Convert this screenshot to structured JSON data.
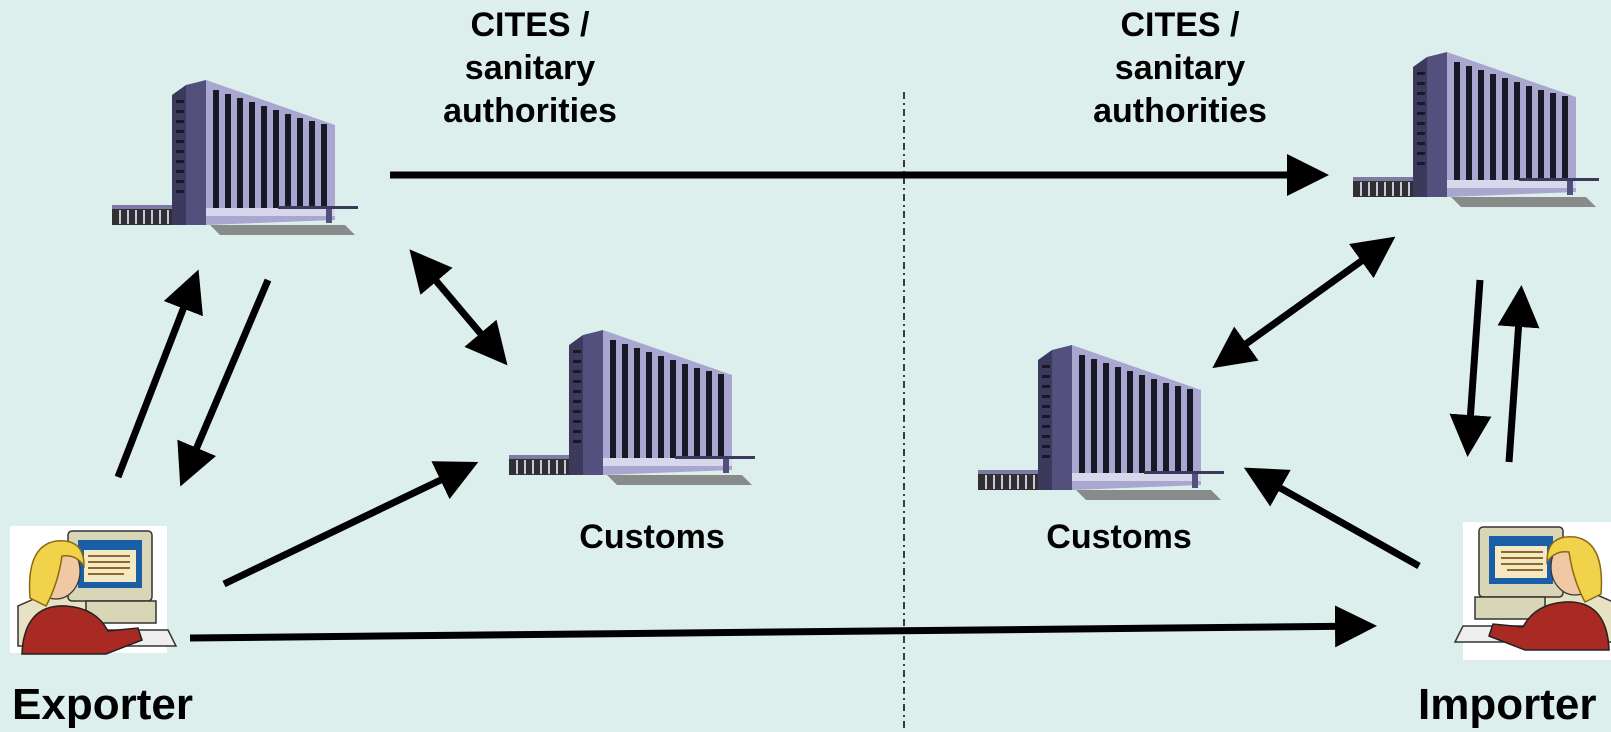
{
  "diagram": {
    "export_side": {
      "authority_label": "CITES /\nsanitary\nauthorities",
      "customs_label": "Customs",
      "actor_label": "Exporter"
    },
    "import_side": {
      "authority_label": "CITES /\nsanitary\nauthorities",
      "customs_label": "Customs",
      "actor_label": "Importer"
    },
    "colors": {
      "background": "#dcefec",
      "arrow": "#000000",
      "building_light": "#a9a6cf",
      "building_dark": "#54507e",
      "border_line": "#000000"
    }
  }
}
